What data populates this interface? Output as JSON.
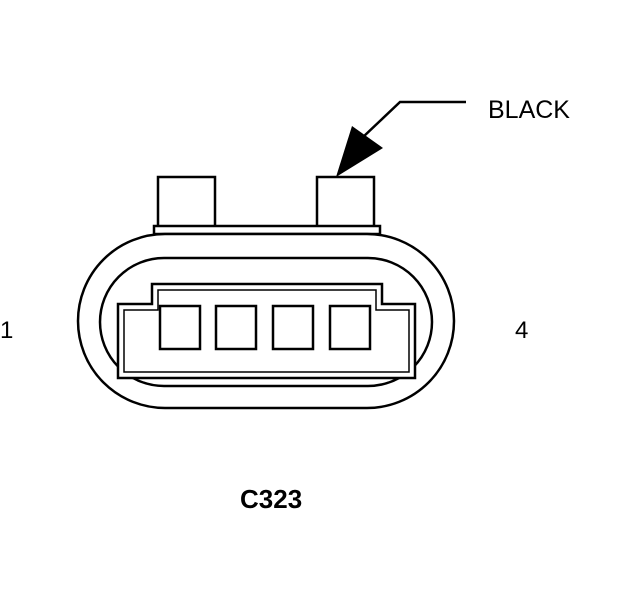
{
  "diagram": {
    "wire_color_label": "BLACK",
    "pin_first": "1",
    "pin_last": "4",
    "connector_id": "C323",
    "cavity_count": 4
  },
  "colors": {
    "line": "#000000",
    "background": "#ffffff"
  }
}
